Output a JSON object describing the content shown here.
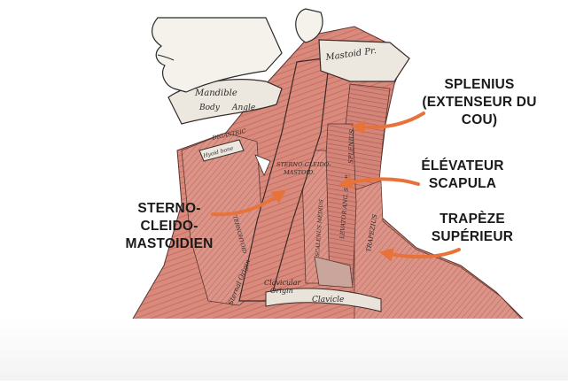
{
  "labels": {
    "splenius": [
      "SPLENIUS",
      "(EXTENSEUR DU",
      "COU)"
    ],
    "levator": [
      "ÉLÉVATEUR",
      "SCAPULA"
    ],
    "trapezius": [
      "TRAPÈZE",
      "SUPÉRIEUR"
    ],
    "scm": [
      "STERNO-",
      "CLEIDO-",
      "MASTOIDIEN"
    ]
  },
  "engraving_labels": {
    "mastoid": "Mastoid Pr.",
    "mandible": "Mandible",
    "body": "Body",
    "angle": "Angle",
    "scm_center": [
      "STERNO-CLEIDO-",
      "MASTOID."
    ],
    "clavicle": "Clavicle",
    "clavicular_origin": [
      "Clavicular",
      "Origin"
    ],
    "sternal_origin": "Sternal Origin",
    "splenius_v": "SPLENIUS",
    "levator_v": "LEVATOR ANG. SCAP.",
    "trapezius_v": "TRAPEZIUS",
    "scalenus_v": "SCALENUS MEDIUS",
    "sternohyoid_v": "STERNOHYOID",
    "digastric": "DIGASTRIC",
    "hyoid": "Hyoid bone"
  },
  "colors": {
    "arrow": "#e8733a",
    "muscle": "#d9877a",
    "muscle_dark": "#b85f55",
    "bone": "#ece8e0",
    "outline": "#3a2a28"
  }
}
